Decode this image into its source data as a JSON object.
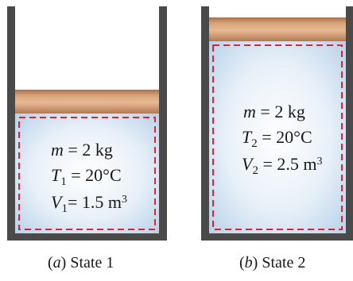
{
  "state1": {
    "mass": {
      "symbol": "m",
      "value": "2 kg"
    },
    "temperature": {
      "symbol": "T",
      "sub": "1",
      "value": "20°C"
    },
    "volume": {
      "symbol": "V",
      "sub": "1",
      "value": "1.5 m",
      "exp": "3"
    },
    "caption": {
      "letter": "a",
      "text": "State 1"
    }
  },
  "state2": {
    "mass": {
      "symbol": "m",
      "value": "2 kg"
    },
    "temperature": {
      "symbol": "T",
      "sub": "2",
      "value": "20°C"
    },
    "volume": {
      "symbol": "V",
      "sub": "2",
      "value": "2.5 m",
      "exp": "3"
    },
    "caption": {
      "letter": "b",
      "text": "State 2"
    }
  },
  "colors": {
    "wall": "#4a4a4a",
    "piston": "#c98f63",
    "gas": "#d4e4f3",
    "boundary": "#e0233a"
  }
}
